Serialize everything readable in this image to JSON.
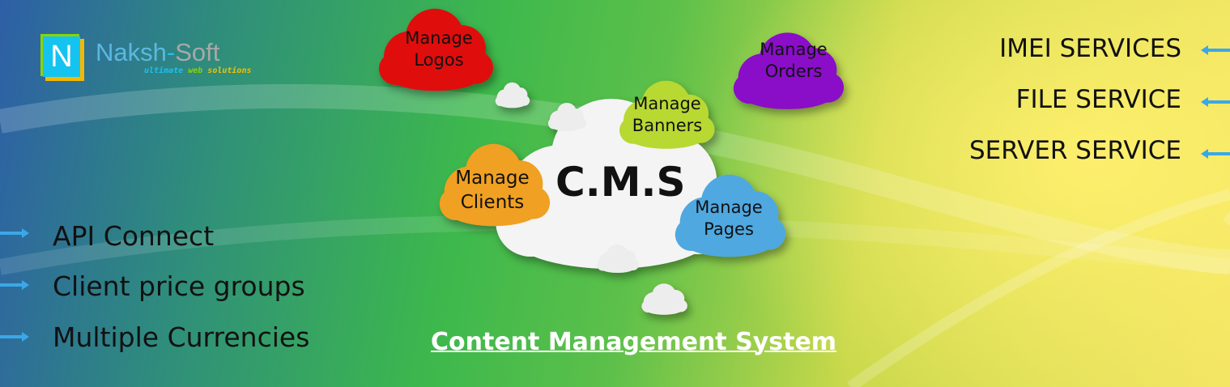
{
  "logo": {
    "letter": "N",
    "name_part1": "Naksh",
    "name_dash": "-",
    "name_part2": "Soft",
    "tagline_1": "ultimate",
    "tagline_2": "web",
    "tagline_3": "solutions"
  },
  "clouds": {
    "center": "C.M.S",
    "logos": [
      "Manage",
      "Logos"
    ],
    "orders": [
      "Manage",
      "Orders"
    ],
    "banners": [
      "Manage",
      "Banners"
    ],
    "clients": [
      "Manage",
      "Clients"
    ],
    "pages": [
      "Manage",
      "Pages"
    ]
  },
  "right_services": [
    "IMEI SERVICES",
    "FILE SERVICE",
    "SERVER SERVICE"
  ],
  "left_features": [
    "API Connect",
    "Client price groups",
    "Multiple Currencies"
  ],
  "footer_link": "Content Management System",
  "colors": {
    "arrow": "#3aa8e8",
    "logos_cloud": "#e01010",
    "orders_cloud": "#8a10c8",
    "banners_cloud": "#b8d830",
    "clients_cloud": "#f0a020",
    "pages_cloud": "#50a8e0"
  }
}
